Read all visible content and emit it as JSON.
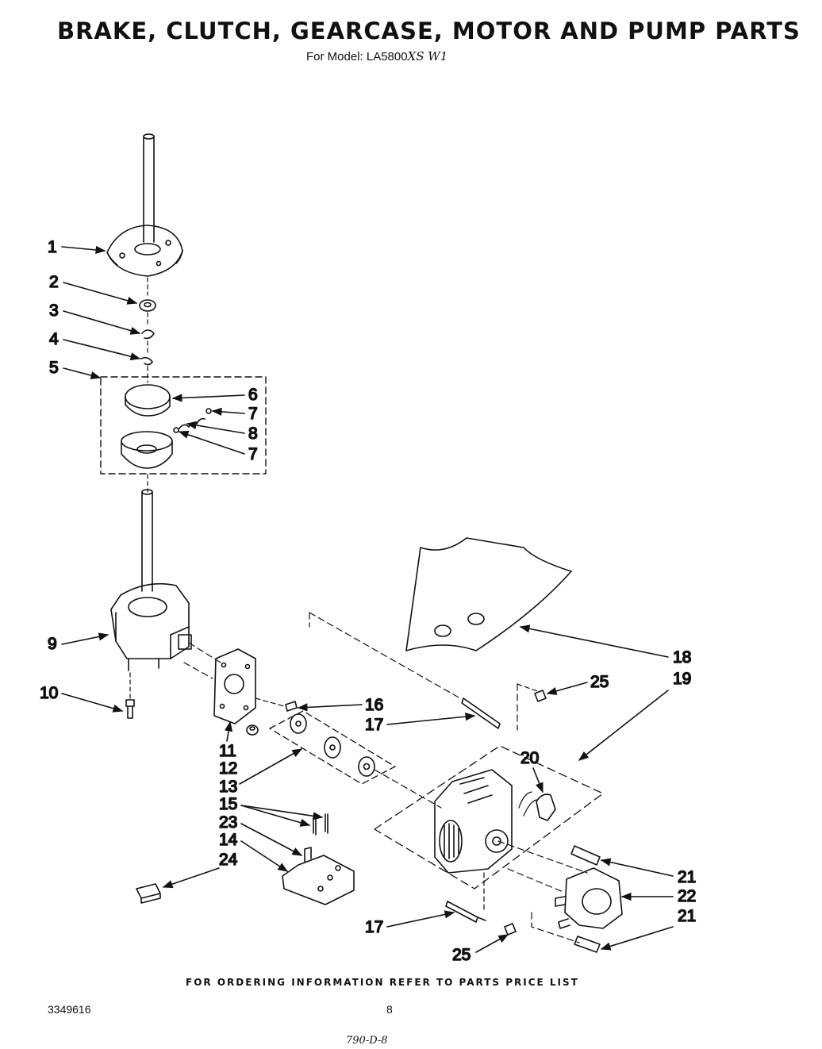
{
  "title": "BRAKE, CLUTCH, GEARCASE, MOTOR AND PUMP PARTS",
  "subtitle_prefix": "For Model: LA5800",
  "subtitle_handwritten": "XS W1",
  "footer_note": "FOR ORDERING INFORMATION REFER TO PARTS PRICE LIST",
  "doc_number": "3349616",
  "page_number": "8",
  "handwritten_code": "790-D-8",
  "callouts": [
    "1",
    "2",
    "3",
    "4",
    "5",
    "6",
    "7",
    "8",
    "7",
    "9",
    "10",
    "11",
    "12",
    "13",
    "15",
    "23",
    "14",
    "24",
    "16",
    "17",
    "18",
    "19",
    "25",
    "20",
    "21",
    "22",
    "21",
    "17",
    "25"
  ]
}
